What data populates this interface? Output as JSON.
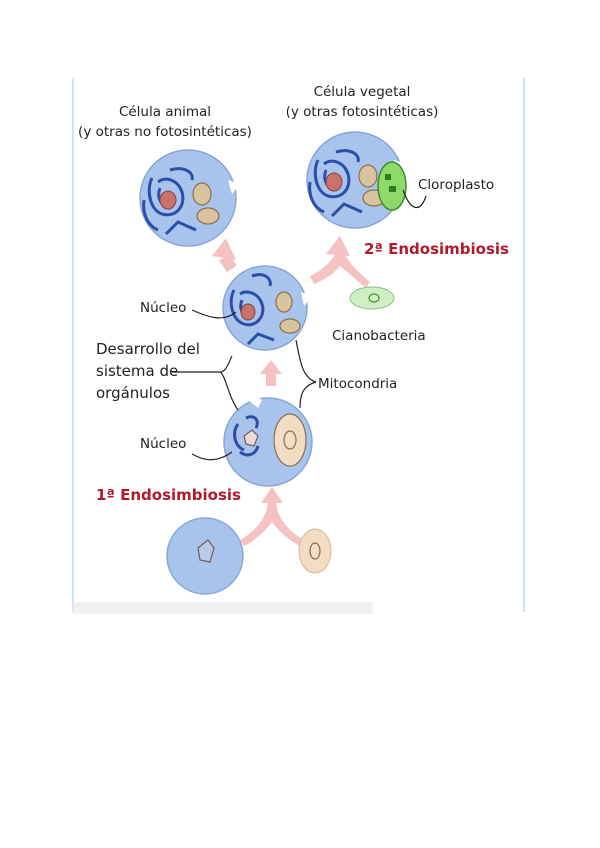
{
  "labels": {
    "animal_title_1": "Célula animal",
    "animal_title_2": "(y otras no fotosintéticas)",
    "plant_title_1": "Célula vegetal",
    "plant_title_2": "(y otras fotosintéticas)",
    "chloroplast": "Cloroplasto",
    "second_endo": "2ª Endosimbiosis",
    "nucleus_upper": "Núcleo",
    "cyanobacteria": "Cianobacteria",
    "dev_1": "Desarrollo del",
    "dev_2": "sistema de",
    "dev_3": "orgánulos",
    "mitochondria": "Mitocondria",
    "nucleus_lower": "Núcleo",
    "first_endo": "1ª Endosimbiosis"
  },
  "colors": {
    "cell_fill": "#a8c3ec",
    "cell_stroke": "#8aa6d6",
    "membrane": "#2b4fa8",
    "mito_fill": "#d9c39f",
    "mito_stroke": "#8a6f4a",
    "arrow": "#f4c2c2",
    "chloro_fill": "#8fd86a",
    "chloro_stroke": "#3c8e2b",
    "cyano_fill": "#cfeec4",
    "prey_fill": "#f3dcc4",
    "accent_red": "#b2182b"
  }
}
